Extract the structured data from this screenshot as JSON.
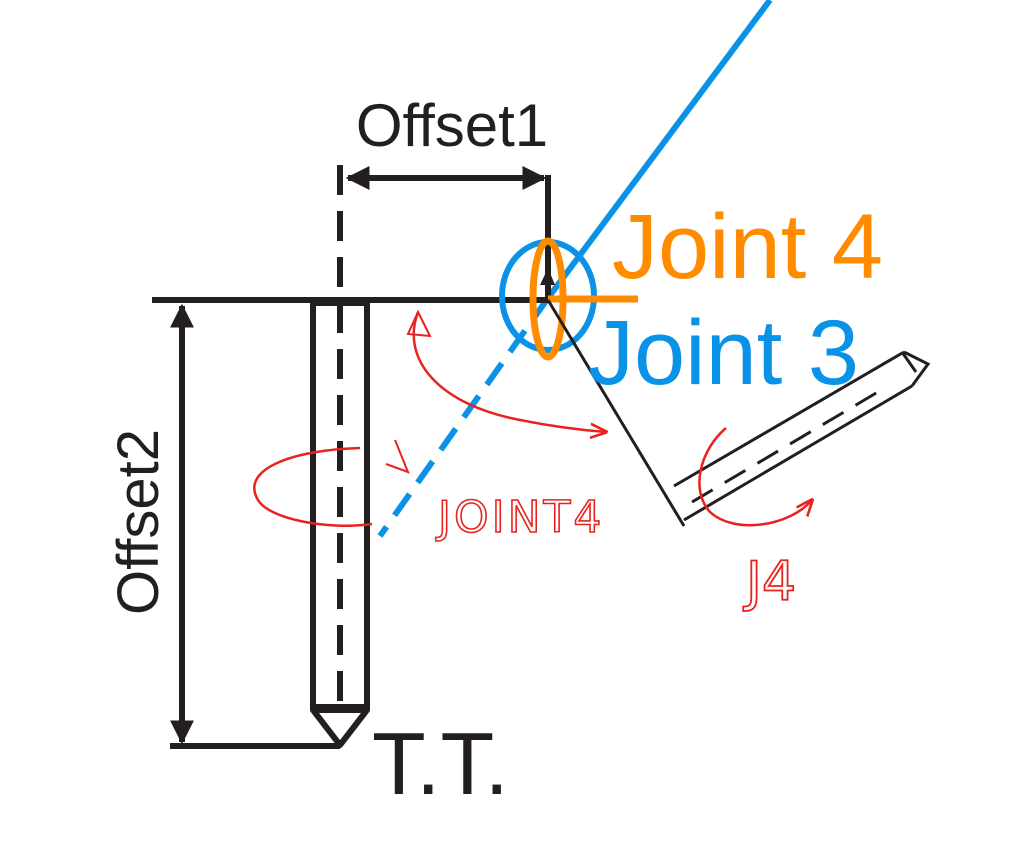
{
  "labels": {
    "offset1": "Offset1",
    "offset2": "Offset2",
    "joint4": "Joint 4",
    "joint3": "Joint 3",
    "tool_tip": "T.T.",
    "hand_joint4": "JOINT4",
    "hand_j4": "J4"
  },
  "colors": {
    "ink": "#231f20",
    "joint4": "#ff8c00",
    "joint3": "#0a93e6",
    "annotation": "#e8231f",
    "background": "#ffffff"
  },
  "icons": {
    "tool": "tool-shaft-icon",
    "joint4_axis": "rotation-ellipse-icon",
    "joint3_axis": "rotation-circle-icon"
  }
}
